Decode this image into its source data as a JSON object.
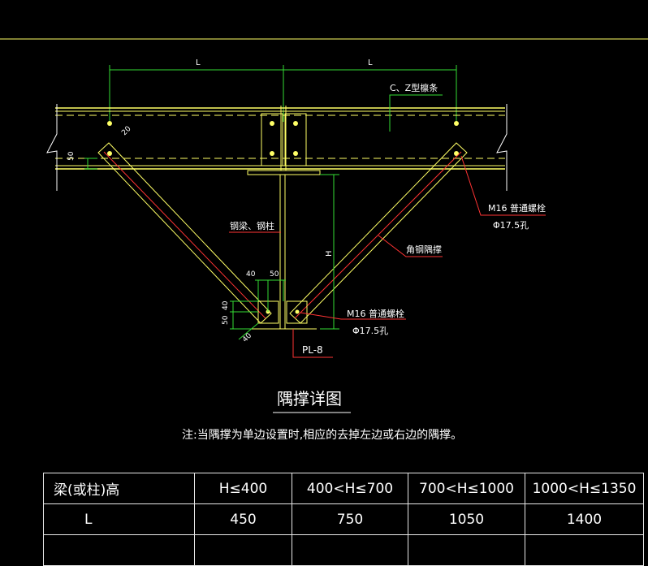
{
  "drawing": {
    "dim_left": "L",
    "dim_right": "L",
    "label_purlin": "C、Z型檩条",
    "label_beam_column": "钢梁、钢柱",
    "label_angle_brace": "角钢隅撑",
    "label_bolt_top": "M16 普通螺栓",
    "label_hole_top": "Φ17.5孔",
    "label_bolt_bottom": "M16 普通螺栓",
    "label_hole_bottom": "Φ17.5孔",
    "label_plate": "PL-8",
    "dim_h": "H",
    "dim_40_top": "40",
    "dim_50_top": "50",
    "dim_40_left": "40",
    "dim_50_left": "50",
    "dim_20_brace": "20",
    "dim_50_brace": "50",
    "dim_40_bottom": "40",
    "title": "隅撑详图",
    "note": "注:当隅撑为单边设置时,相应的去掉左边或右边的隅撑。"
  },
  "table": {
    "header": [
      "梁(或柱)高",
      "H≤400",
      "400<H≤700",
      "700<H≤1000",
      "1000<H≤1350"
    ],
    "row_l": [
      "L",
      "450",
      "750",
      "1050",
      "1400"
    ],
    "row_empty": [
      "",
      "",
      "",
      "",
      ""
    ]
  },
  "colors": {
    "background": "#000000",
    "line_yellow": "#ffff66",
    "line_green": "#33dd33",
    "line_red": "#ff3333",
    "text_white": "#ffffff"
  }
}
